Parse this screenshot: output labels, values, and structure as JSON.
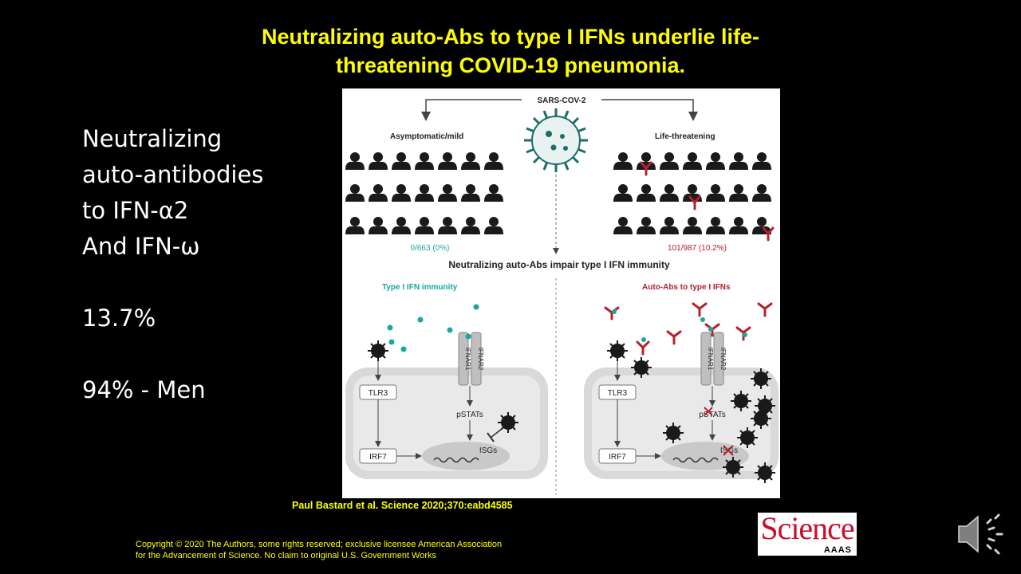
{
  "title": {
    "line1": "Neutralizing auto-Abs to type I IFNs underlie life-",
    "line2": "threatening COVID-19 pneumonia."
  },
  "bullets": {
    "l1": "Neutralizing",
    "l2": "auto-antibodies",
    "l3": "to IFN-α2",
    "l4": "And IFN-ω",
    "stat1": "13.7%",
    "stat2": "94% - Men"
  },
  "figure": {
    "virus_label": "SARS-COV-2",
    "left_group": "Asymptomatic/mild",
    "right_group": "Life-threatening",
    "left_count": "0/663 (0%)",
    "right_count": "101/987 (10.2%)",
    "main_caption": "Neutralizing auto-Abs impair type I IFN immunity",
    "left_panel_title": "Type I IFN immunity",
    "right_panel_title": "Auto-Abs to type I IFNs",
    "tlr3": "TLR3",
    "irf7": "IRF7",
    "ifnar1": "IFNAR1",
    "ifnar2": "IFNAR2",
    "pstats": "pSTATs",
    "isgs": "ISGs",
    "colors": {
      "teal": "#1aa7a0",
      "red": "#b5212e",
      "gray": "#d9d9d9"
    }
  },
  "citation": "Paul Bastard et al. Science 2020;370:eabd4585",
  "copyright": {
    "line1": "Copyright © 2020 The Authors, some rights reserved; exclusive licensee American Association",
    "line2": "for the Advancement of Science. No claim to original U.S. Government Works"
  },
  "logo": {
    "word": "Science",
    "sub": "AAAS"
  },
  "audio_icon": "speaker-icon"
}
